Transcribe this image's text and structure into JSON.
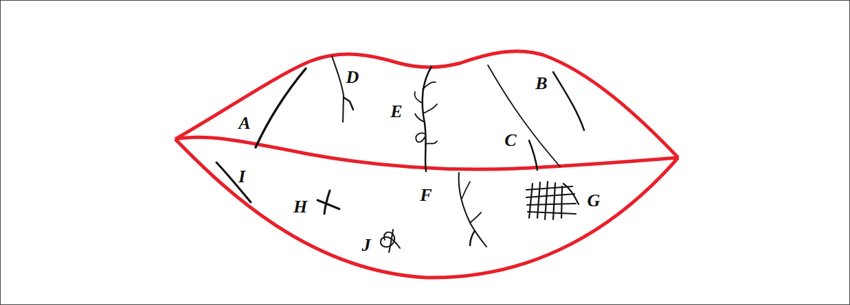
{
  "diagram": {
    "labels": [
      "D",
      "B",
      "E",
      "A",
      "C",
      "I",
      "H",
      "F",
      "G",
      "J"
    ]
  }
}
